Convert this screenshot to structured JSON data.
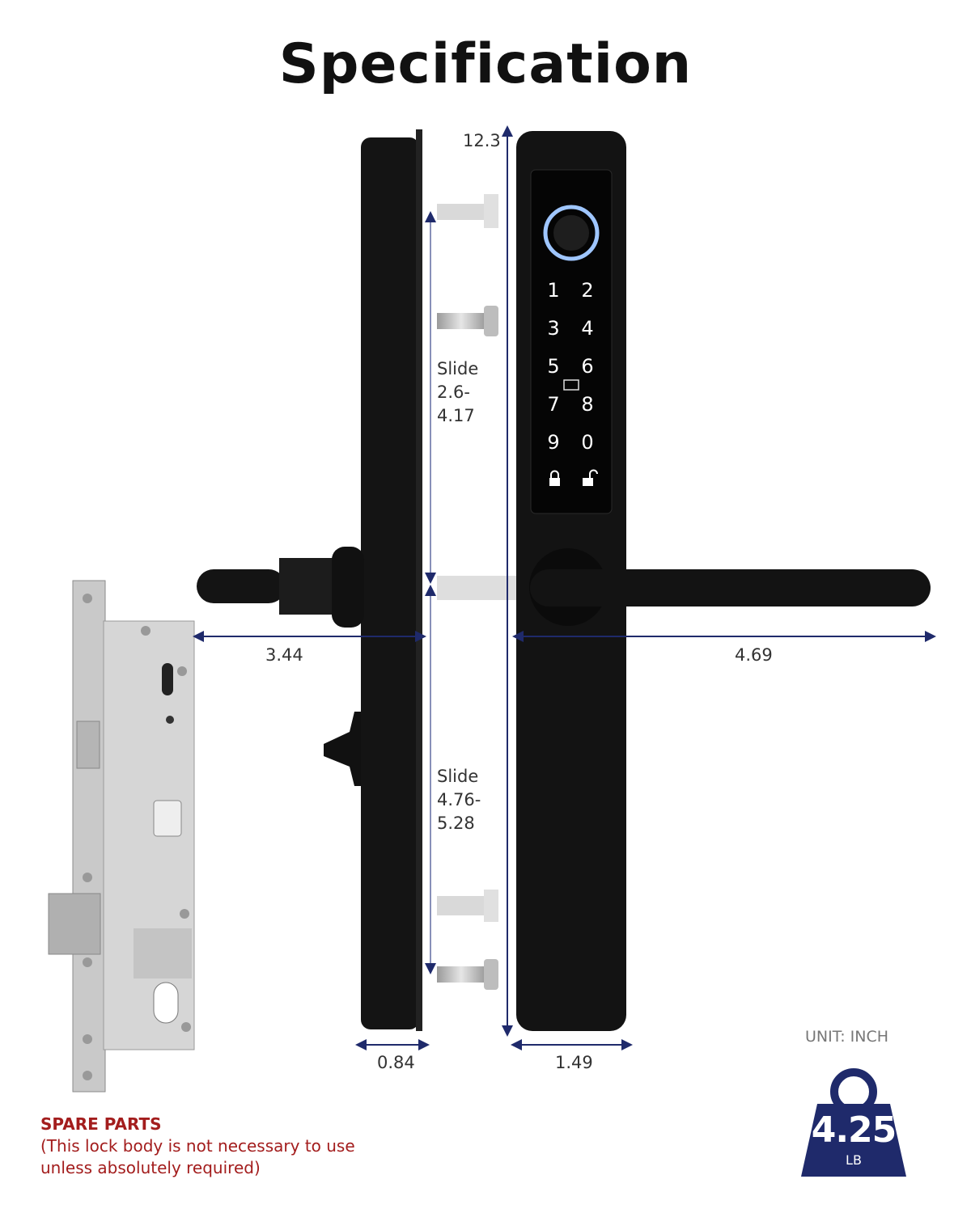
{
  "title": "Specification",
  "dimensions": {
    "height": "12.3",
    "handle_side_left": "3.44",
    "handle_side_right": "4.69",
    "side_depth": "0.84",
    "front_width": "1.49",
    "slide_upper": [
      "Slide",
      "2.6-",
      "4.17"
    ],
    "slide_lower": [
      "Slide",
      "4.76-",
      "5.28"
    ]
  },
  "keypad": {
    "keys": [
      "1",
      "2",
      "3",
      "4",
      "5",
      "6",
      "7",
      "8",
      "9",
      "0"
    ]
  },
  "unit_label": "UNIT: INCH",
  "weight": {
    "value": "4.25",
    "unit": "LB"
  },
  "spare_parts": {
    "title": "SPARE PARTS",
    "note": "(This lock body is not necessary to use unless absolutely required)"
  },
  "icons": [
    "fingerprint-icon",
    "card-icon",
    "lock-icon",
    "unlock-icon",
    "weight-icon"
  ],
  "colors": {
    "dimension_line": "#1f2a6b",
    "spare_parts_text": "#a31d1d",
    "weight_badge": "#1f2a6b",
    "lock_body": "#111111"
  }
}
